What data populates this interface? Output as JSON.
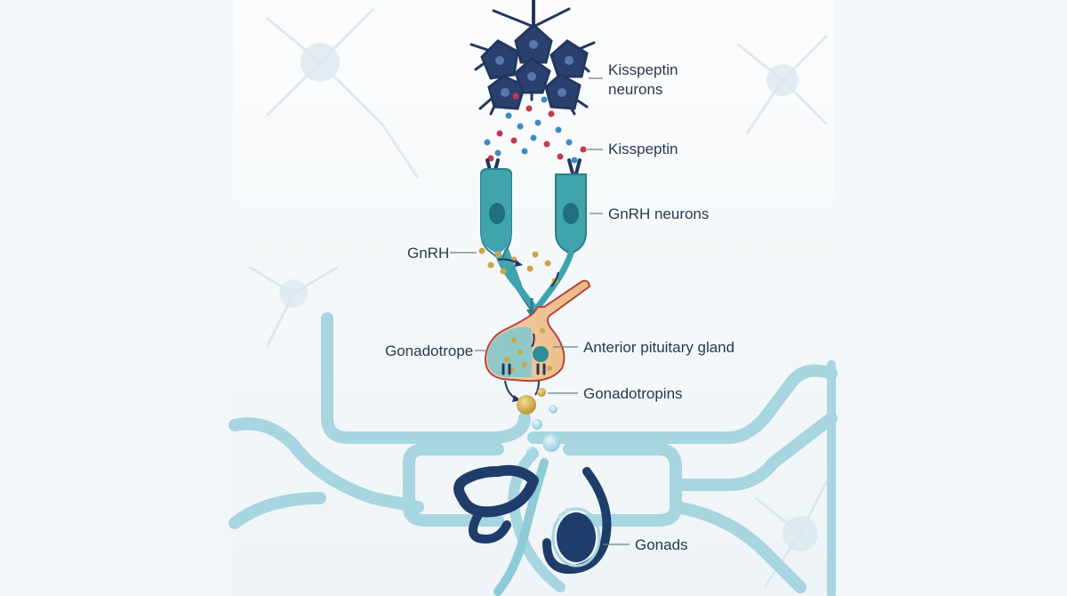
{
  "labels": {
    "kisspeptin_neurons_line1": "Kisspeptin",
    "kisspeptin_neurons_line2": "neurons",
    "kisspeptin": "Kisspeptin",
    "gnrh_neurons": "GnRH neurons",
    "gnrh": "GnRH",
    "gonadotrope": "Gonadotrope",
    "anterior_pituitary_gland": "Anterior pituitary gland",
    "gonadotropins": "Gonadotropins",
    "gonads": "Gonads"
  },
  "colors": {
    "neuron_navy": "#23375e",
    "gnrh_teal": "#3fa4ae",
    "vessel_blue": "#a7d5e0",
    "kisspeptin_red": "#c23a4e",
    "kisspeptin_blue": "#3e8bc2",
    "gnrh_gold": "#c9a74a",
    "pituitary_peach": "#f1c89a",
    "pituitary_outline": "#b8433d",
    "gonad_navy": "#1f3d6b",
    "label_text": "#2a3a4a"
  }
}
